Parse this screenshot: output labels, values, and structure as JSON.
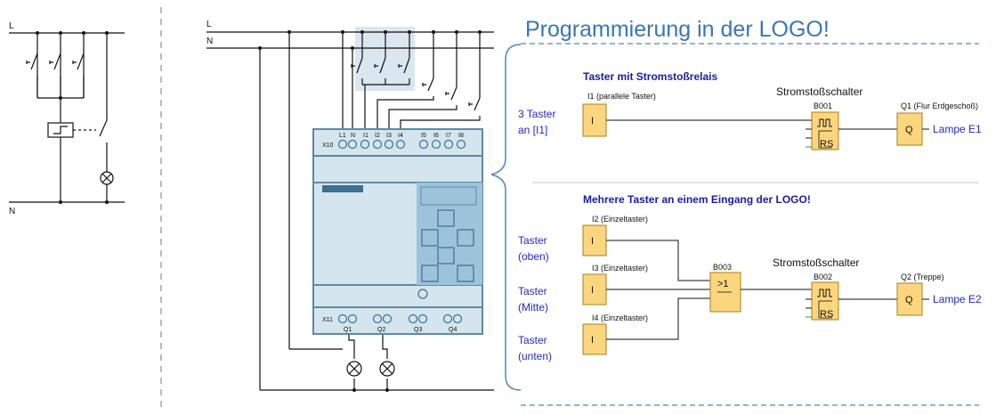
{
  "rails": {
    "l_label": "L",
    "n_label": "N"
  },
  "title": "Programmierung in der LOGO!",
  "section1": {
    "heading": "Taster mit Stromstoßrelais",
    "input_caption": "I1 (parallele Taster)",
    "input_block": "I",
    "left_label_line1": "3 Taster",
    "left_label_line2": "an [I1]",
    "function_title": "Stromstoßschalter",
    "function_id": "B001",
    "function_rs": "RS",
    "output_caption": "Q1 (Flur Erdgeschoß)",
    "output_block": "Q",
    "output_label": "Lampe E1"
  },
  "section2": {
    "heading": "Mehrere Taster an einem Eingang der LOGO!",
    "inputs": [
      {
        "caption": "I2 (Einzeltaster)",
        "block": "I",
        "label_line1": "Taster",
        "label_line2": "(oben)"
      },
      {
        "caption": "I3 (Einzeltaster)",
        "block": "I",
        "label_line1": "Taster",
        "label_line2": "(Mitte)"
      },
      {
        "caption": "I4 (Einzeltaster)",
        "block": "I",
        "label_line1": "Taster",
        "label_line2": "(unten)"
      }
    ],
    "or_id": "B003",
    "or_label": ">1",
    "function_title": "Stromstoßschalter",
    "function_id": "B002",
    "function_rs": "RS",
    "output_caption": "Q2 (Treppe)",
    "output_block": "Q",
    "output_label": "Lampe E2"
  },
  "logo": {
    "x10": "X10",
    "x11": "X11",
    "top_terminals": [
      "L1",
      "N",
      "I1",
      "I2",
      "I3",
      "I4",
      "I5",
      "I6",
      "I7",
      "I8"
    ],
    "bottom_terminals": [
      "Q1",
      "Q2",
      "Q3",
      "Q4"
    ]
  },
  "colors": {
    "title": "#3a76b5",
    "bracket": "#4a86c5",
    "logo_body": "#d4e5ee",
    "logo_panel": "#9cc3d9",
    "logo_border": "#5f8aa4",
    "block_fill": "#fcd67e",
    "block_stroke": "#a77f1e",
    "highlight": "#dae6f0"
  }
}
